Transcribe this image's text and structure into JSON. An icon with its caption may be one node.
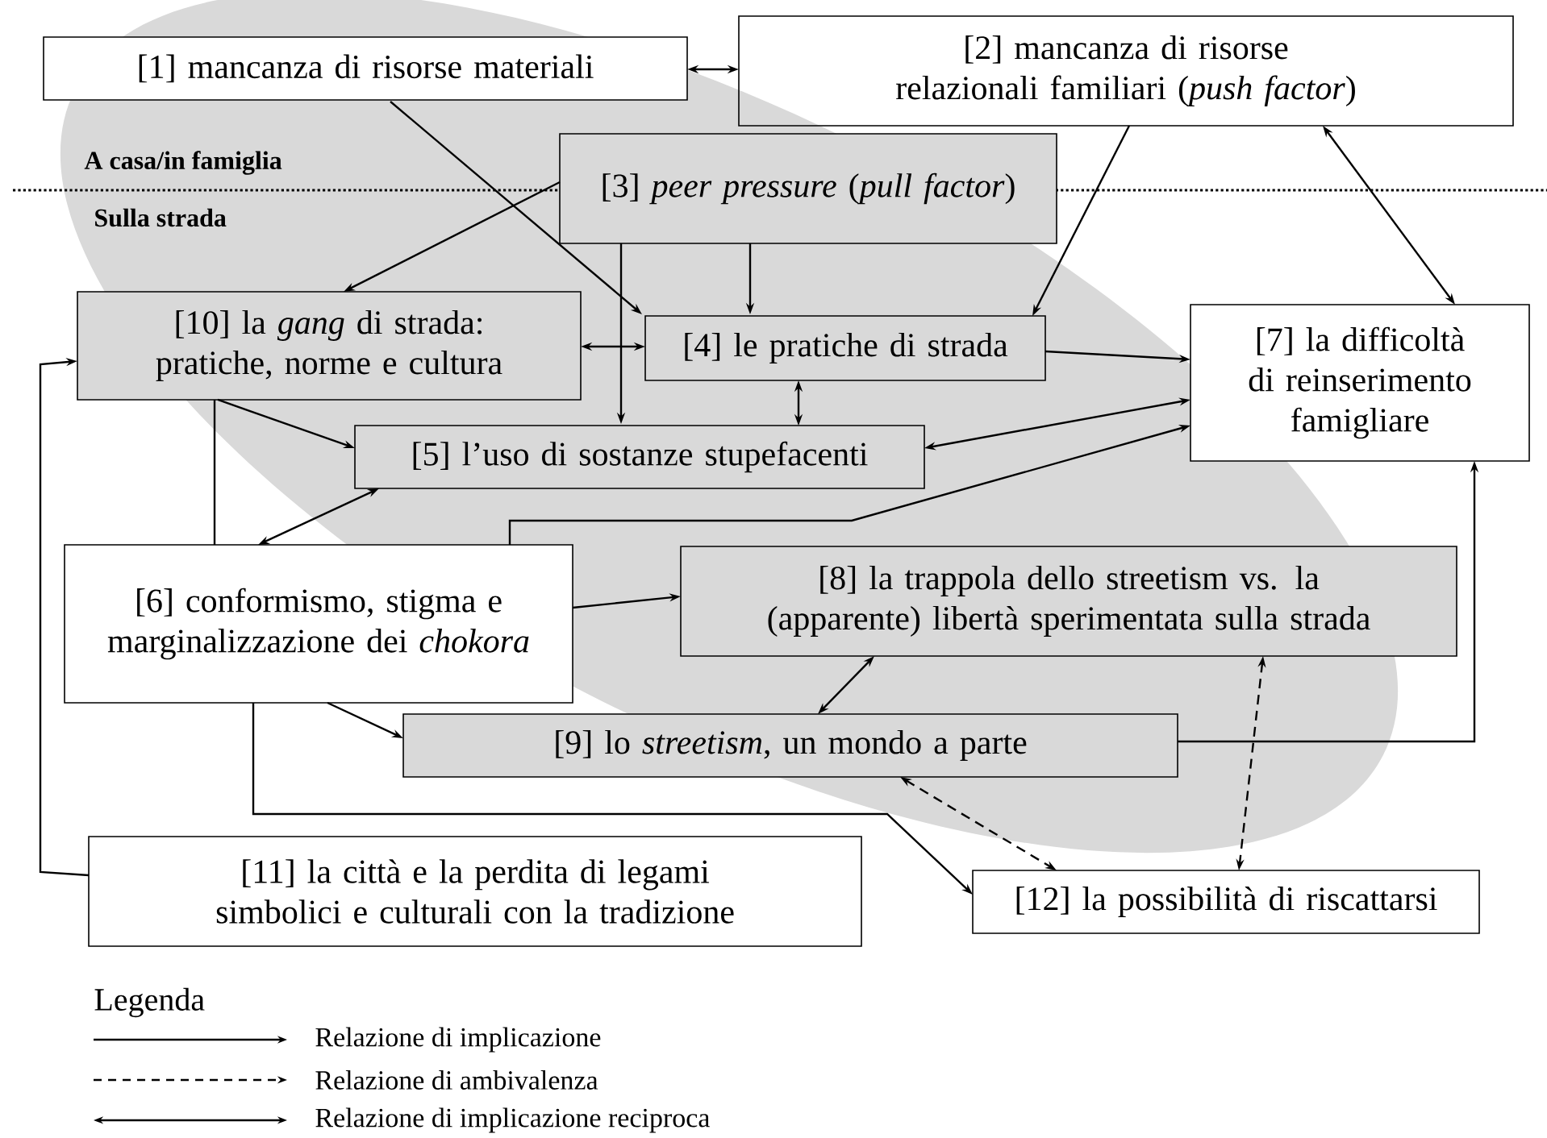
{
  "diagram": {
    "nodes": [
      {
        "text": [
          "[1] mancanza di risorse materiali"
        ]
      },
      {
        "text": [
          "[2] mancanza di risorse relazionali familiari (*push factor*)"
        ]
      },
      {
        "text": [
          "[3] *peer pressure* (*pull factor*)"
        ]
      },
      {
        "text": [
          "[10] la *gang* di strada: pratiche, norme e cultura"
        ]
      },
      {
        "text": [
          "[4] le pratiche di strada"
        ]
      },
      {
        "text": [
          "[7] la difficoltà di reinserimento famigliare"
        ]
      },
      {
        "text": [
          "[5] l’uso di sostanze stupefacenti"
        ]
      },
      {
        "text": [
          "[6] conformismo, stigma e marginalizzazione dei *chokora*"
        ]
      },
      {
        "text": [
          "[8] la trappola dello streetism vs. la (apparente) libertà sperimentata sulla strada"
        ]
      },
      {
        "text": [
          "[9] lo *streetism*, un mondo a parte"
        ]
      },
      {
        "text": [
          "[11] la città e la perdita di legami simbolici e culturali con la tradizione"
        ]
      },
      {
        "text": [
          "[12] la possibilità di riscattarsi"
        ]
      }
    ],
    "edges": [
      {
        "from": 0,
        "to": 1,
        "arrow": "both"
      },
      {
        "from": 0,
        "to": 4,
        "arrow": "to"
      },
      {
        "from": 2,
        "to": 3,
        "arrow": "to"
      },
      {
        "from": 2,
        "to": 4,
        "arrow": "to"
      },
      {
        "from": 2,
        "to": 6,
        "arrow": "to"
      },
      {
        "from": 1,
        "to": 4,
        "arrow": "to"
      },
      {
        "from": 1,
        "to": 5,
        "arrow": "both"
      },
      {
        "from": 3,
        "to": 4,
        "arrow": "both"
      },
      {
        "from": 4,
        "to": 5,
        "arrow": "to"
      },
      {
        "from": 4,
        "to": 6,
        "arrow": "both"
      },
      {
        "from": 5,
        "to": 6,
        "arrow": "both"
      },
      {
        "from": 7,
        "to": 5,
        "arrow": "to"
      },
      {
        "from": 3,
        "to": 6,
        "arrow": "to"
      },
      {
        "from": 3,
        "to": 7,
        "arrow": "none"
      },
      {
        "from": 6,
        "to": 7,
        "arrow": "both"
      },
      {
        "from": 7,
        "to": 8,
        "arrow": "to"
      },
      {
        "from": 7,
        "to": 9,
        "arrow": "to"
      },
      {
        "from": 7,
        "to": 11,
        "arrow": "to"
      },
      {
        "from": 10,
        "to": 3,
        "arrow": "to"
      },
      {
        "from": 8,
        "to": 9,
        "arrow": "both"
      },
      {
        "from": 9,
        "to": 5,
        "arrow": "to"
      },
      {
        "from": 9,
        "to": 11,
        "arrow": "both",
        "style": "dashed"
      },
      {
        "from": 8,
        "to": 11,
        "arrow": "both",
        "style": "dashed"
      }
    ],
    "labels": [
      "A casa/in famiglia",
      "Sulla strada",
      "Legenda"
    ],
    "legend": [
      {
        "text": "Relazione di implicazione"
      },
      {
        "text": "Relazione di ambivalenza"
      },
      {
        "text": "Relazione di implicazione reciproca"
      }
    ]
  }
}
